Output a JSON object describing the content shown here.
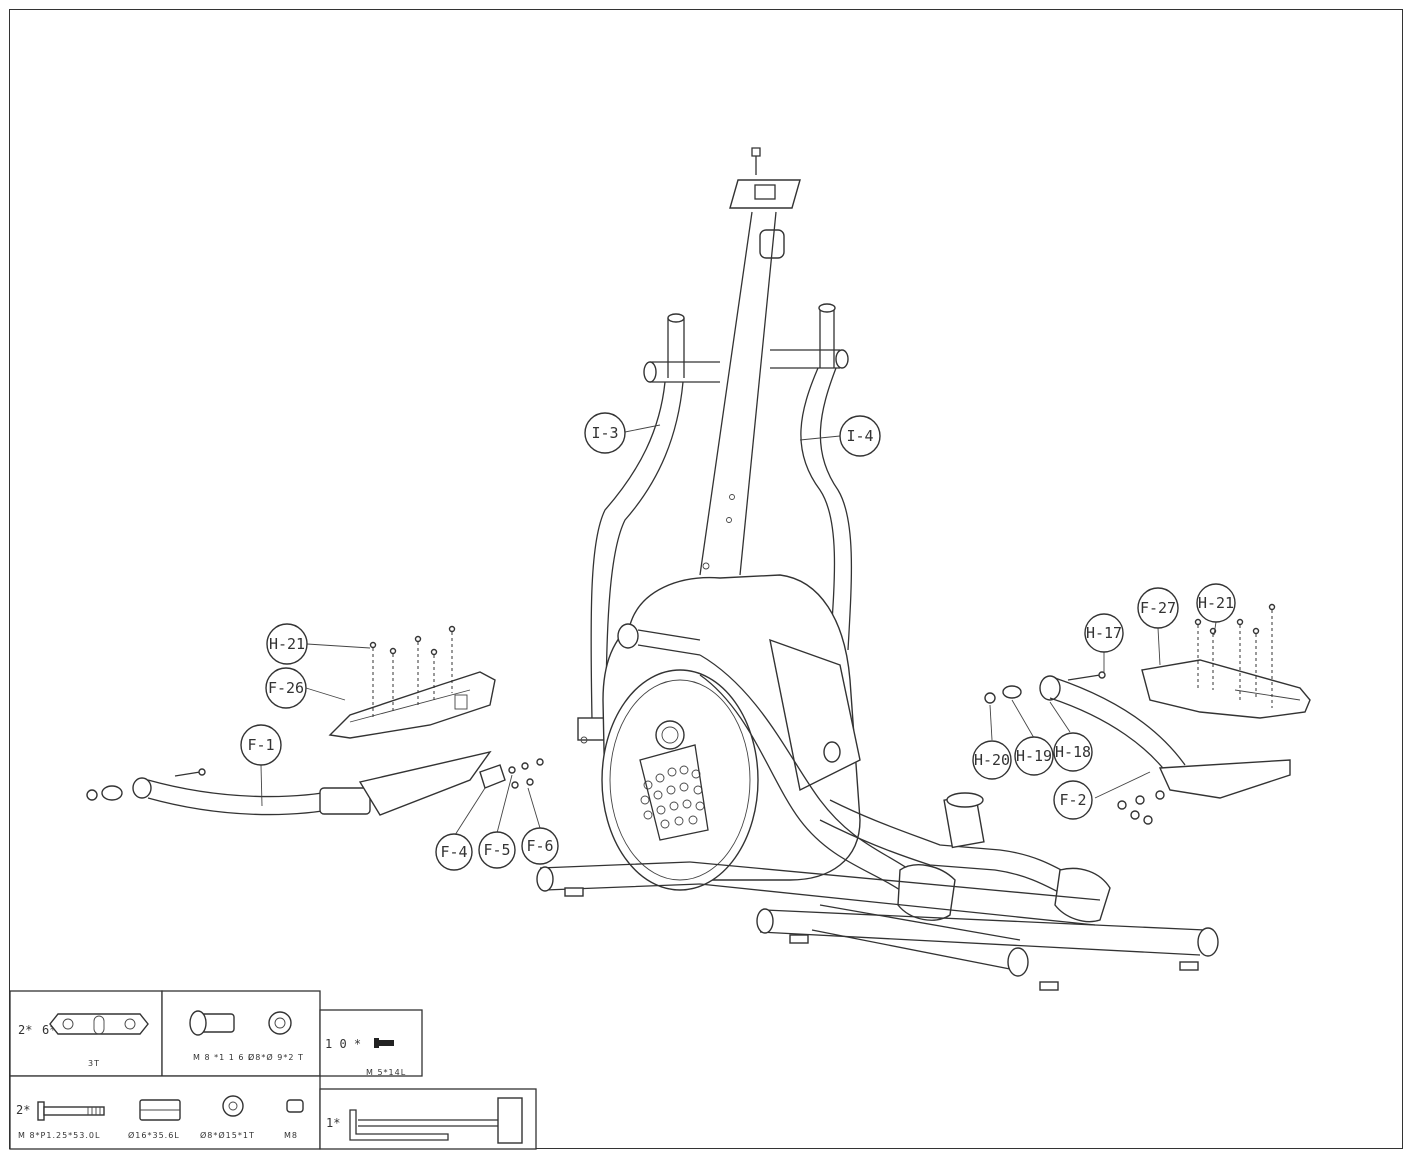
{
  "callouts": [
    {
      "id": "I-3"
    },
    {
      "id": "I-4"
    },
    {
      "id": "H-21"
    },
    {
      "id": "F-26"
    },
    {
      "id": "F-1"
    },
    {
      "id": "F-4"
    },
    {
      "id": "F-5"
    },
    {
      "id": "F-6"
    },
    {
      "id": "H-17"
    },
    {
      "id": "F-27"
    },
    {
      "id": "H-21"
    },
    {
      "id": "H-20"
    },
    {
      "id": "H-19"
    },
    {
      "id": "H-18"
    },
    {
      "id": "F-2"
    }
  ],
  "hardware": {
    "box1": {
      "qty_a": "2*",
      "qty_b": "6*",
      "label": "3T"
    },
    "box2": {
      "label_a": "M 8 *1 1 6 L",
      "label_b": "Ø8*Ø 9*2 T"
    },
    "box3": {
      "qty": "1 0 *",
      "label": "M 5*14L"
    },
    "box4": {
      "qty": "2*",
      "label_a": "M 8*P1.25*53.0L",
      "label_b": "Ø16*35.6L",
      "label_c": "Ø8*Ø15*1T",
      "label_d": "M8"
    },
    "box5": {
      "qty": "1*"
    }
  }
}
